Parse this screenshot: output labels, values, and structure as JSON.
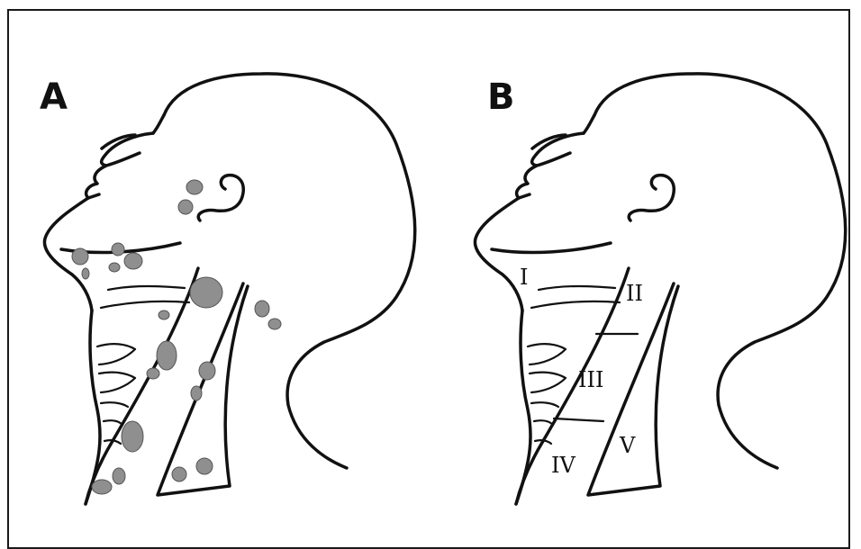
{
  "panels": [
    {
      "letter": "A"
    },
    {
      "letter": "B",
      "levels": [
        "I",
        "II",
        "III",
        "IV",
        "V"
      ]
    }
  ],
  "colors": {
    "ink": "#111111",
    "node_fill": "#8f8f8f",
    "background": "#ffffff"
  }
}
